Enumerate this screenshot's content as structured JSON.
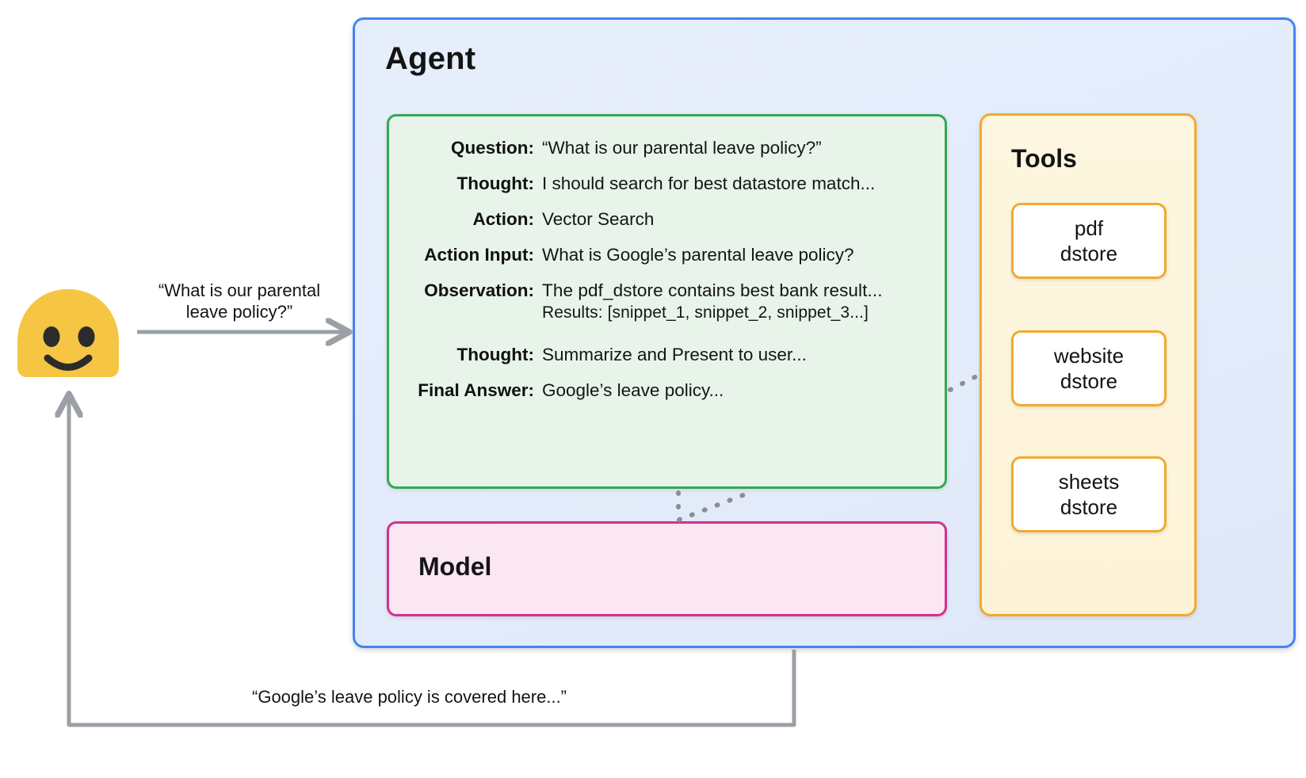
{
  "agent": {
    "title": "Agent",
    "border_color": "#4285f4",
    "fill_color": "#e6edfb"
  },
  "trace": {
    "border_color": "#34a853",
    "fill_color": "#e8f3ea",
    "rows": [
      {
        "label": "Question:",
        "value": "“What is our parental leave policy?”"
      },
      {
        "label": "Thought:",
        "value": "I should search for best datastore match..."
      },
      {
        "label": "Action:",
        "value": "Vector Search"
      },
      {
        "label": "Action Input:",
        "value": "What is Google’s parental leave policy?"
      },
      {
        "label": "Observation:",
        "value": "The pdf_dstore contains best bank result...",
        "value2": "Results: [snippet_1, snippet_2, snippet_3...]"
      },
      {
        "label": "Thought:",
        "value": "Summarize and Present to user..."
      },
      {
        "label": "Final Answer:",
        "value": "Google’s leave policy..."
      }
    ]
  },
  "model": {
    "title": "Model",
    "border_color": "#d4308d",
    "fill_color": "#fae7f2"
  },
  "tools": {
    "title": "Tools",
    "border_color": "#f0ab2e",
    "fill_color": "#fdf5dd",
    "items": [
      {
        "label": "pdf\ndstore",
        "name": "pdf-dstore"
      },
      {
        "label": "website\ndstore",
        "name": "website-dstore"
      },
      {
        "label": "sheets\ndstore",
        "name": "sheets-dstore"
      }
    ]
  },
  "user": {
    "avatar_color": "#f5c543",
    "avatar_feature_color": "#2b2b2b",
    "icon": "smiley-face-avatar"
  },
  "flow": {
    "request_label": "“What is our parental\nleave policy?”",
    "request_label_line1": "“What is our parental",
    "request_label_line2": "leave policy?”",
    "response_label": "“Google’s leave policy is covered here...”",
    "arrow_color": "#9aa0a6",
    "dotted_color": "#8a8f94"
  }
}
